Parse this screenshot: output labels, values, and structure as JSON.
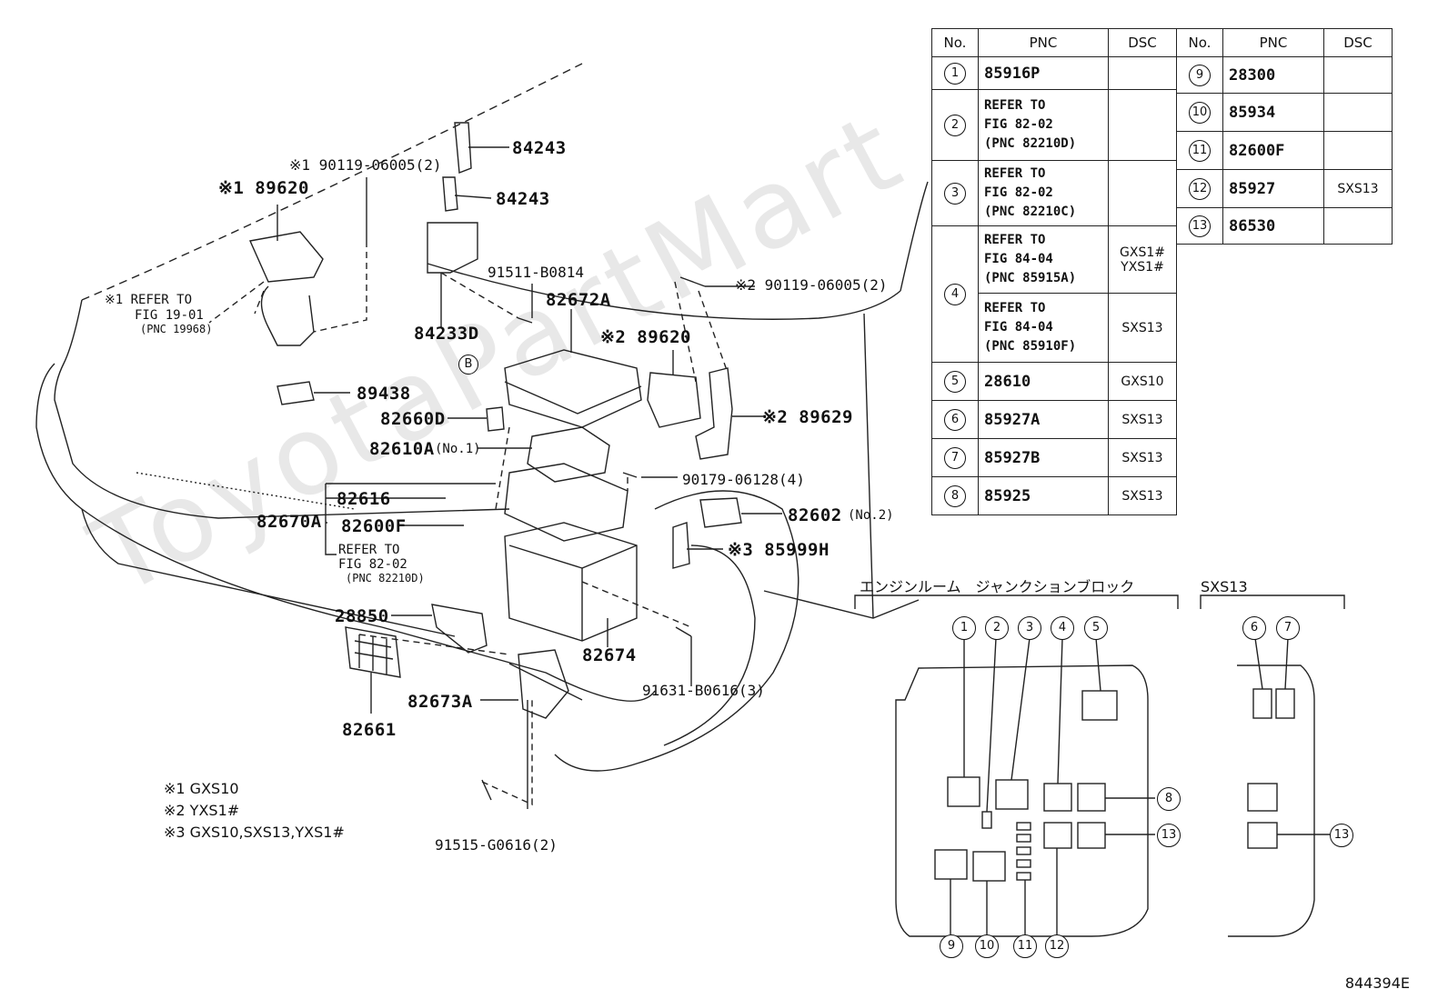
{
  "watermark": "ToyotaPartMart",
  "figure_code": "844394E",
  "labels": {
    "p84243a": "84243",
    "p84243b": "84243",
    "p90119_top": "※1 90119-06005(2)",
    "p89620_top": "※1 89620",
    "p91511": "91511-B0814",
    "p90119_right": "※2 90119-06005(2)",
    "p82672a": "82672A",
    "p84233d": "84233D",
    "p89620_mid": "※2 89620",
    "p89438": "89438",
    "p82660d": "82660D",
    "p89629": "※2 89629",
    "p82610a": "82610A",
    "p82610a_sub": "(No.1)",
    "p90179": "90179-06128(4)",
    "p82616": "82616",
    "p82670a": "82670A",
    "p82602": "82602",
    "p82602_sub": "(No.2)",
    "p82600f": "82600F",
    "p85999h": "※3 85999H",
    "p28850": "28850",
    "p82674": "82674",
    "p91631": "91631-B0616(3)",
    "p82673a": "82673A",
    "p82661": "82661",
    "p91515": "91515-G0616(2)",
    "circle_b": "B"
  },
  "refers": {
    "refer_19_line1": "※1 REFER TO",
    "refer_19_line2": "FIG 19-01",
    "refer_19_line3": "(PNC 19968)",
    "refer_82_line1": "REFER TO",
    "refer_82_line2": "FIG 82-02",
    "refer_82_line3": "(PNC 82210D)"
  },
  "notes": [
    "※1 GXS10",
    "※2 YXS1#",
    "※3 GXS10,SXS13,YXS1#"
  ],
  "table": {
    "headers": [
      "No.",
      "PNC",
      "DSC"
    ],
    "left": [
      {
        "no": "1",
        "pnc": "85916P",
        "dsc": ""
      },
      {
        "no": "2",
        "pnc": "REFER TO\nFIG 82-02\n(PNC 82210D)",
        "dsc": ""
      },
      {
        "no": "3",
        "pnc": "REFER TO\nFIG 82-02\n(PNC 82210C)",
        "dsc": ""
      },
      {
        "no": "4",
        "pnc": "REFER TO\nFIG 84-04\n(PNC 85915A)",
        "dsc": "GXS1#\nYXS1#"
      },
      {
        "no": "",
        "pnc": "REFER TO\nFIG 84-04\n(PNC 85910F)",
        "dsc": "SXS13"
      },
      {
        "no": "5",
        "pnc": "28610",
        "dsc": "GXS10"
      },
      {
        "no": "6",
        "pnc": "85927A",
        "dsc": "SXS13"
      },
      {
        "no": "7",
        "pnc": "85927B",
        "dsc": "SXS13"
      },
      {
        "no": "8",
        "pnc": "85925",
        "dsc": "SXS13"
      }
    ],
    "right": [
      {
        "no": "9",
        "pnc": "28300",
        "dsc": ""
      },
      {
        "no": "10",
        "pnc": "85934",
        "dsc": ""
      },
      {
        "no": "11",
        "pnc": "82600F",
        "dsc": ""
      },
      {
        "no": "12",
        "pnc": "85927",
        "dsc": "SXS13"
      },
      {
        "no": "13",
        "pnc": "86530",
        "dsc": ""
      }
    ]
  },
  "junction": {
    "title_left": "エンジンルーム　ジャンクションブロック",
    "title_right": "SXS13",
    "pos_left": [
      "1",
      "2",
      "3",
      "4",
      "5",
      "8",
      "13",
      "9",
      "10",
      "11",
      "12"
    ],
    "pos_right": [
      "6",
      "7",
      "13"
    ]
  }
}
